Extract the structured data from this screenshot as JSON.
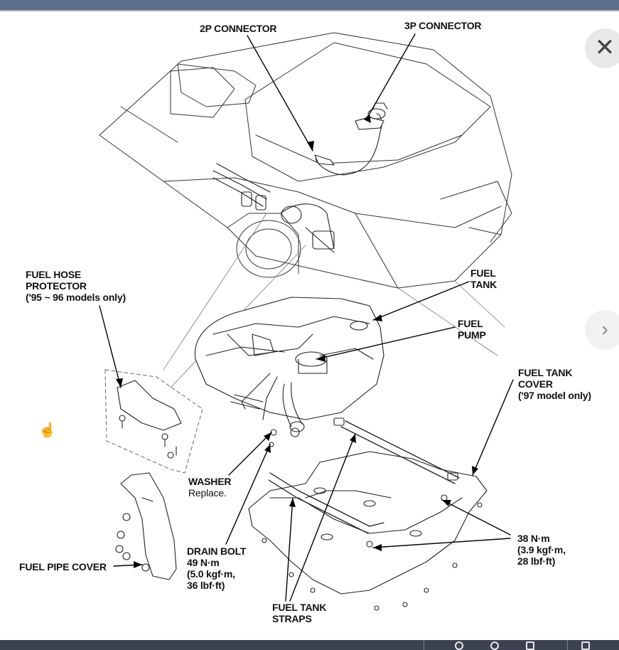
{
  "labels": {
    "conn2p": "2P CONNECTOR",
    "conn3p": "3P CONNECTOR",
    "hose_protector": [
      "FUEL HOSE",
      "PROTECTOR",
      "('95 ~ 96 models only)"
    ],
    "fuel_tank": [
      "FUEL",
      "TANK"
    ],
    "fuel_pump": [
      "FUEL",
      "PUMP"
    ],
    "tank_cover": [
      "FUEL TANK",
      "COVER",
      "('97 model only)"
    ],
    "washer": "WASHER",
    "washer_note": "Replace.",
    "drain_bolt": [
      "DRAIN BOLT",
      "49 N·m",
      "(5.0 kgf·m,",
      "36 lbf·ft)"
    ],
    "torque38": [
      "38 N·m",
      "(3.9 kgf·m,",
      "28 lbf·ft)"
    ],
    "pipe_cover": "FUEL PIPE COVER",
    "straps": [
      "FUEL TANK",
      "STRAPS"
    ]
  },
  "controls": {
    "close_glyph": "✕",
    "next_glyph": "›"
  },
  "colors": {
    "topbar": "#5d6e8c",
    "bottombar": "#3c4250"
  }
}
